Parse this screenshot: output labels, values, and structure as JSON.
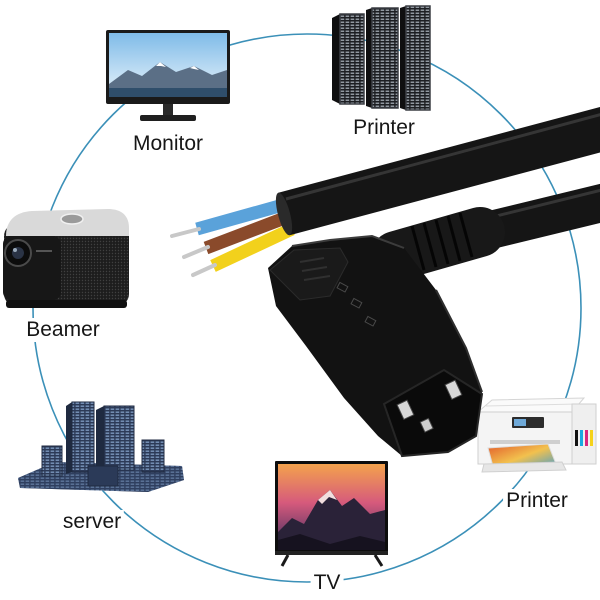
{
  "devices": {
    "monitor": {
      "label": "Monitor",
      "icon": "monitor-icon"
    },
    "printer_top": {
      "label": "Printer",
      "icon": "server-rack-icon"
    },
    "beamer": {
      "label": "Beamer",
      "icon": "projector-icon"
    },
    "server": {
      "label": "server",
      "icon": "server-cluster-icon"
    },
    "tv": {
      "label": "TV",
      "icon": "tv-icon"
    },
    "printer_right": {
      "label": "Printer",
      "icon": "inkjet-printer-icon"
    }
  },
  "cable": {
    "icon": "power-cable-c13-icon"
  },
  "colors": {
    "ring": "#3b90b8",
    "cable": "#151515",
    "wire_blue": "#5aa2da",
    "wire_brown": "#8a4a2b",
    "wire_yellow": "#f2d11c"
  }
}
